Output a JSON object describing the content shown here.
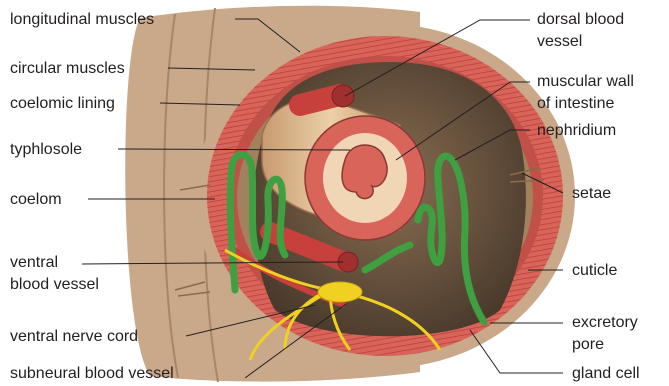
{
  "diagram": {
    "labels": {
      "longitudinal_muscles": "longitudinal muscles",
      "circular_muscles": "circular muscles",
      "coelomic_lining": "coelomic lining",
      "typhlosole": "typhlosole",
      "coelom": "coelom",
      "ventral_blood_vessel_1": "ventral",
      "ventral_blood_vessel_2": "blood vessel",
      "ventral_nerve_cord": "ventral nerve cord",
      "subneural_blood_vessel": "subneural blood vessel",
      "dorsal_blood_vessel_1": "dorsal blood",
      "dorsal_blood_vessel_2": "vessel",
      "muscular_wall_1": "muscular wall",
      "muscular_wall_2": "of intestine",
      "nephridium": "nephridium",
      "setae": "setae",
      "cuticle": "cuticle",
      "excretory_pore_1": "excretory",
      "excretory_pore_2": "pore",
      "gland_cell": "gland cell"
    },
    "colors": {
      "body_tan": "#c9a98a",
      "muscle_red": "#d9645a",
      "muscle_stripe": "#b8403a",
      "coelom_brown": "#7a6048",
      "cavity_dark": "#4a3a2c",
      "intestine_tan": "#d8b48c",
      "blood_vessel": "#c8403c",
      "nephridium_green": "#3ea040",
      "nerve_yellow": "#f0d020",
      "leader_line": "#231f20"
    }
  }
}
